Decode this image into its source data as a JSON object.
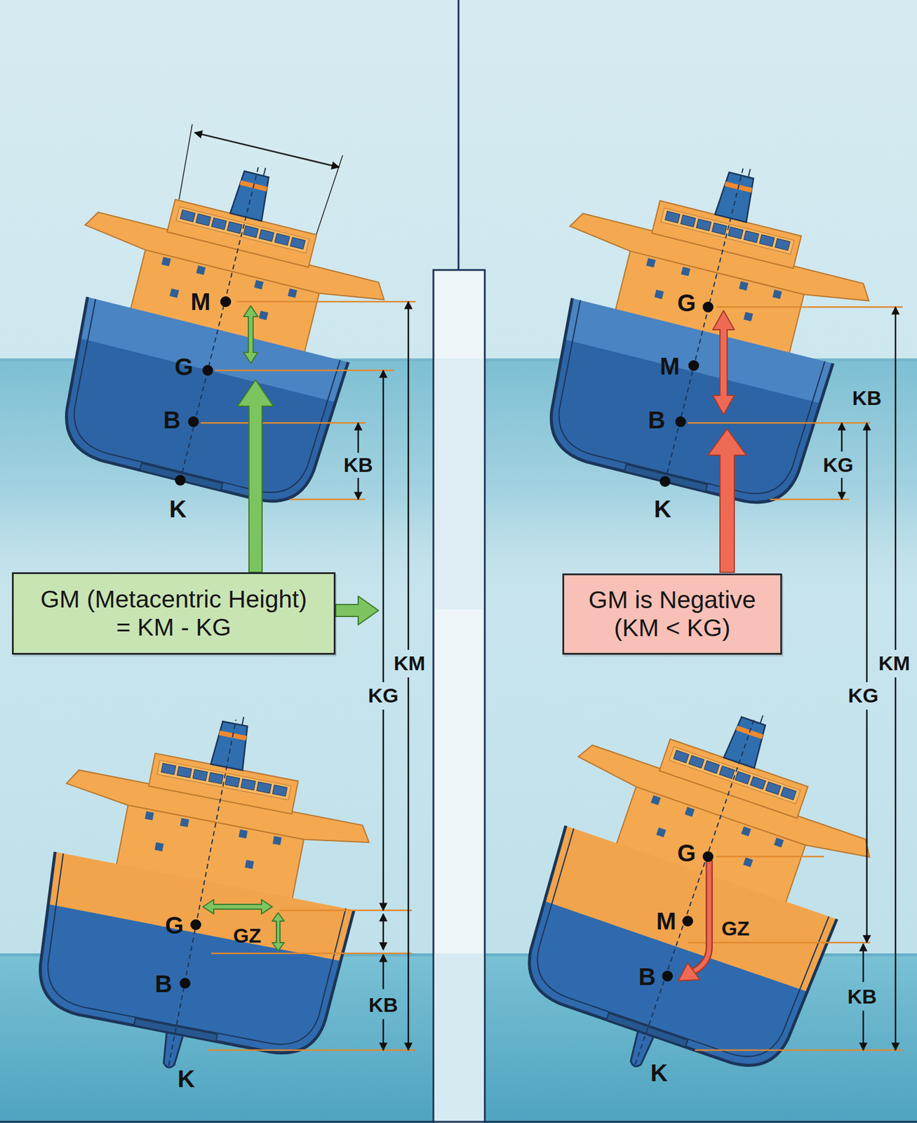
{
  "diagram": {
    "nodes": [
      {
        "text": [
          "GM (Metacentric Height) = KM - KG"
        ]
      },
      {
        "text": [
          "GM is Negative (KM < KG)"
        ]
      }
    ],
    "labels": [
      "M",
      "G",
      "B",
      "KB",
      "K",
      "KM",
      "KG",
      "G",
      "GZ",
      "B",
      "KB",
      "K",
      "G",
      "M",
      "KB",
      "B",
      "KG",
      "K",
      "KM",
      "KG",
      "G",
      "M",
      "GZ",
      "B",
      "KB",
      "K"
    ]
  }
}
